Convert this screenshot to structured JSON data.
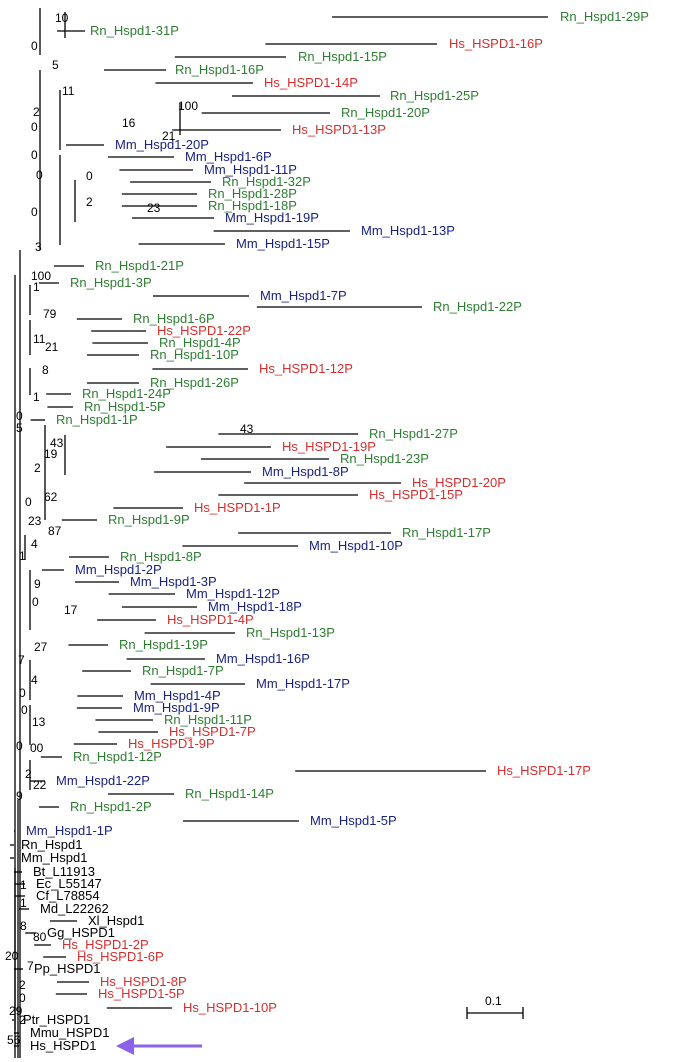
{
  "colors": {
    "Rn": "#2e7d32",
    "Hs": "#d32f2f",
    "Mm": "#1a237e",
    "other": "#000000",
    "arrow": "#8a63e8"
  },
  "scale_bar": {
    "label": "0.1"
  },
  "leaves": [
    {
      "label": "Rn_Hspd1-29P",
      "species": "Rn"
    },
    {
      "label": "Rn_Hspd1-31P",
      "species": "Rn"
    },
    {
      "label": "Hs_HSPD1-16P",
      "species": "Hs"
    },
    {
      "label": "Rn_Hspd1-15P",
      "species": "Rn"
    },
    {
      "label": "Rn_Hspd1-16P",
      "species": "Rn"
    },
    {
      "label": "Hs_HSPD1-14P",
      "species": "Hs"
    },
    {
      "label": "Rn_Hspd1-25P",
      "species": "Rn"
    },
    {
      "label": "Rn_Hspd1-20P",
      "species": "Rn"
    },
    {
      "label": "Hs_HSPD1-13P",
      "species": "Hs"
    },
    {
      "label": "Mm_Hspd1-20P",
      "species": "Mm"
    },
    {
      "label": "Mm_Hspd1-6P",
      "species": "Mm"
    },
    {
      "label": "Mm_Hspd1-11P",
      "species": "Mm"
    },
    {
      "label": "Rn_Hspd1-32P",
      "species": "Rn"
    },
    {
      "label": "Rn_Hspd1-28P",
      "species": "Rn"
    },
    {
      "label": "Rn_Hspd1-18P",
      "species": "Rn"
    },
    {
      "label": "Mm_Hspd1-19P",
      "species": "Mm"
    },
    {
      "label": "Mm_Hspd1-13P",
      "species": "Mm"
    },
    {
      "label": "Mm_Hspd1-15P",
      "species": "Mm"
    },
    {
      "label": "Rn_Hspd1-21P",
      "species": "Rn"
    },
    {
      "label": "Rn_Hspd1-3P",
      "species": "Rn"
    },
    {
      "label": "Mm_Hspd1-7P",
      "species": "Mm"
    },
    {
      "label": "Rn_Hspd1-22P",
      "species": "Rn"
    },
    {
      "label": "Rn_Hspd1-6P",
      "species": "Rn"
    },
    {
      "label": "Hs_HSPD1-22P",
      "species": "Hs"
    },
    {
      "label": "Rn_Hspd1-4P",
      "species": "Rn"
    },
    {
      "label": "Rn_Hspd1-10P",
      "species": "Rn"
    },
    {
      "label": "Hs_HSPD1-12P",
      "species": "Hs"
    },
    {
      "label": "Rn_Hspd1-26P",
      "species": "Rn"
    },
    {
      "label": "Rn_Hspd1-24P",
      "species": "Rn"
    },
    {
      "label": "Rn_Hspd1-5P",
      "species": "Rn"
    },
    {
      "label": "Rn_Hspd1-1P",
      "species": "Rn"
    },
    {
      "label": "Rn_Hspd1-27P",
      "species": "Rn"
    },
    {
      "label": "Hs_HSPD1-19P",
      "species": "Hs"
    },
    {
      "label": "Rn_Hspd1-23P",
      "species": "Rn"
    },
    {
      "label": "Mm_Hspd1-8P",
      "species": "Mm"
    },
    {
      "label": "Hs_HSPD1-20P",
      "species": "Hs"
    },
    {
      "label": "Hs_HSPD1-15P",
      "species": "Hs"
    },
    {
      "label": "Hs_HSPD1-1P",
      "species": "Hs"
    },
    {
      "label": "Rn_Hspd1-9P",
      "species": "Rn"
    },
    {
      "label": "Rn_Hspd1-17P",
      "species": "Rn"
    },
    {
      "label": "Mm_Hspd1-10P",
      "species": "Mm"
    },
    {
      "label": "Rn_Hspd1-8P",
      "species": "Rn"
    },
    {
      "label": "Mm_Hspd1-2P",
      "species": "Mm"
    },
    {
      "label": "Mm_Hspd1-3P",
      "species": "Mm"
    },
    {
      "label": "Mm_Hspd1-12P",
      "species": "Mm"
    },
    {
      "label": "Mm_Hspd1-18P",
      "species": "Mm"
    },
    {
      "label": "Hs_HSPD1-4P",
      "species": "Hs"
    },
    {
      "label": "Rn_Hspd1-13P",
      "species": "Rn"
    },
    {
      "label": "Rn_Hspd1-19P",
      "species": "Rn"
    },
    {
      "label": "Mm_Hspd1-16P",
      "species": "Mm"
    },
    {
      "label": "Rn_Hspd1-7P",
      "species": "Rn"
    },
    {
      "label": "Mm_Hspd1-17P",
      "species": "Mm"
    },
    {
      "label": "Mm_Hspd1-4P",
      "species": "Mm"
    },
    {
      "label": "Mm_Hspd1-9P",
      "species": "Mm"
    },
    {
      "label": "Rn_Hspd1-11P",
      "species": "Rn"
    },
    {
      "label": "Hs_HSPD1-7P",
      "species": "Hs"
    },
    {
      "label": "Hs_HSPD1-9P",
      "species": "Hs"
    },
    {
      "label": "Rn_Hspd1-12P",
      "species": "Rn"
    },
    {
      "label": "Hs_HSPD1-17P",
      "species": "Hs"
    },
    {
      "label": "Mm_Hspd1-22P",
      "species": "Mm"
    },
    {
      "label": "Rn_Hspd1-14P",
      "species": "Rn"
    },
    {
      "label": "Rn_Hspd1-2P",
      "species": "Rn"
    },
    {
      "label": "Mm_Hspd1-5P",
      "species": "Mm"
    },
    {
      "label": "Mm_Hspd1-1P",
      "species": "Mm"
    },
    {
      "label": "Rn_Hspd1",
      "species": "other"
    },
    {
      "label": "Mm_Hspd1",
      "species": "other"
    },
    {
      "label": "Bt_L11913",
      "species": "other"
    },
    {
      "label": "Ec_L55147",
      "species": "other"
    },
    {
      "label": "Cf_L78854",
      "species": "other"
    },
    {
      "label": "Md_L22262",
      "species": "other"
    },
    {
      "label": "Xl_Hspd1",
      "species": "other"
    },
    {
      "label": "Gg_HSPD1",
      "species": "other"
    },
    {
      "label": "Hs_HSPD1-2P",
      "species": "Hs"
    },
    {
      "label": "Hs_HSPD1-6P",
      "species": "Hs"
    },
    {
      "label": "Pp_HSPD1",
      "species": "other"
    },
    {
      "label": "Hs_HSPD1-8P",
      "species": "Hs"
    },
    {
      "label": "Hs_HSPD1-5P",
      "species": "Hs"
    },
    {
      "label": "Hs_HSPD1-10P",
      "species": "Hs"
    },
    {
      "label": "Ptr_HSPD1",
      "species": "other"
    },
    {
      "label": "Mmu_HSPD1",
      "species": "other"
    },
    {
      "label": "Hs_HSPD1",
      "species": "other"
    }
  ],
  "bootstrap_values": [
    "10",
    "0",
    "5",
    "11",
    "2",
    "16",
    "100",
    "21",
    "0",
    "0",
    "0",
    "0",
    "2",
    "23",
    "0",
    "3",
    "100",
    "1",
    "79",
    "11",
    "21",
    "8",
    "1",
    "0",
    "5",
    "43",
    "19",
    "43",
    "2",
    "62",
    "0",
    "23",
    "87",
    "4",
    "1",
    "9",
    "0",
    "17",
    "27",
    "7",
    "4",
    "0",
    "0",
    "13",
    "0",
    "00",
    "2",
    "22",
    "9",
    "1",
    "1",
    "8",
    "80",
    "20",
    "7",
    "2",
    "0",
    "29",
    "2",
    "56"
  ]
}
